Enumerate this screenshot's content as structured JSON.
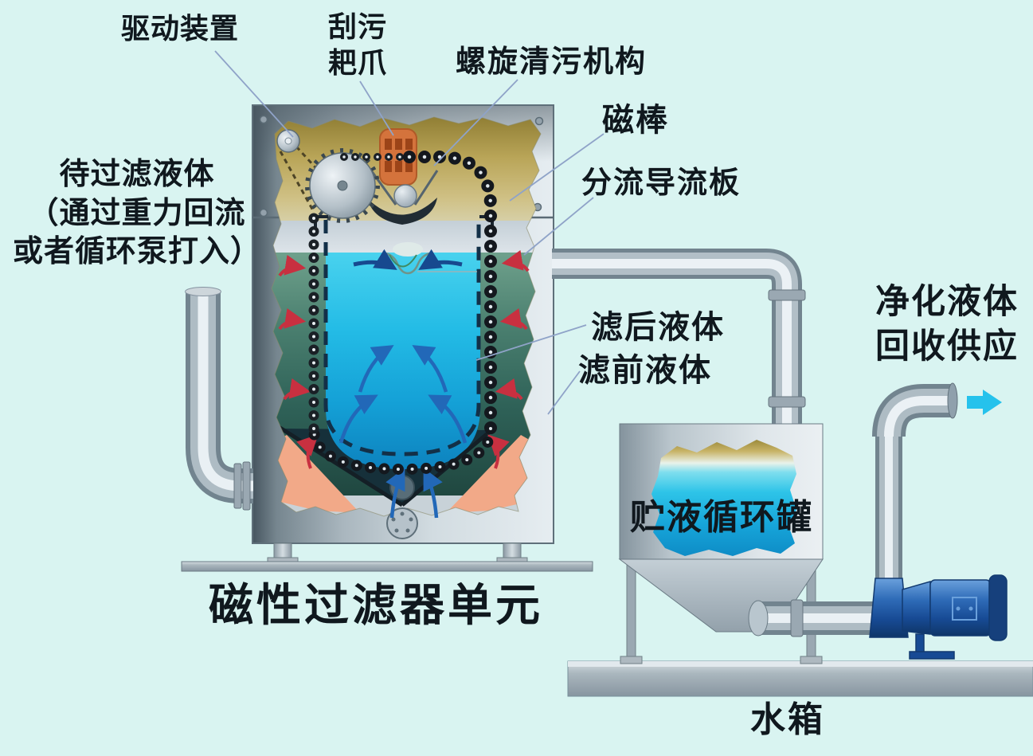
{
  "labels": {
    "drive_device": "驱动装置",
    "scraper_claw": {
      "lines": [
        "刮污",
        "耙爪"
      ]
    },
    "spiral_cleaner": "螺旋清污机构",
    "magnetic_rod": "磁棒",
    "diverter_plate": "分流导流板",
    "feed_liquid": {
      "lines": [
        "待过滤液体",
        "（通过重力回流",
        "或者循环泵打入）"
      ]
    },
    "filtered_liquid": "滤后液体",
    "prefilter_liquid": "滤前液体",
    "purified_supply": {
      "lines": [
        "净化液体",
        "回收供应"
      ]
    },
    "storage_tank": "贮液循环罐",
    "filter_unit": "磁性过滤器单元",
    "water_tank": "水箱"
  },
  "colors": {
    "background": "#d9f4f1",
    "inner_water_cyan": "#24bce6",
    "outer_water_green": "#3f7266",
    "scum_olive": "#c0ab5e",
    "mechanism_orange": "#d4733c",
    "pump_blue": "#1c55a0",
    "arrow_red": "#c83040",
    "arrow_blue": "#2268b8",
    "arrow_navy": "#17498f",
    "outlet_arrow_cyan": "#25c2ec",
    "metal_gray": "#aebbc3",
    "label_text": "#10181e"
  }
}
